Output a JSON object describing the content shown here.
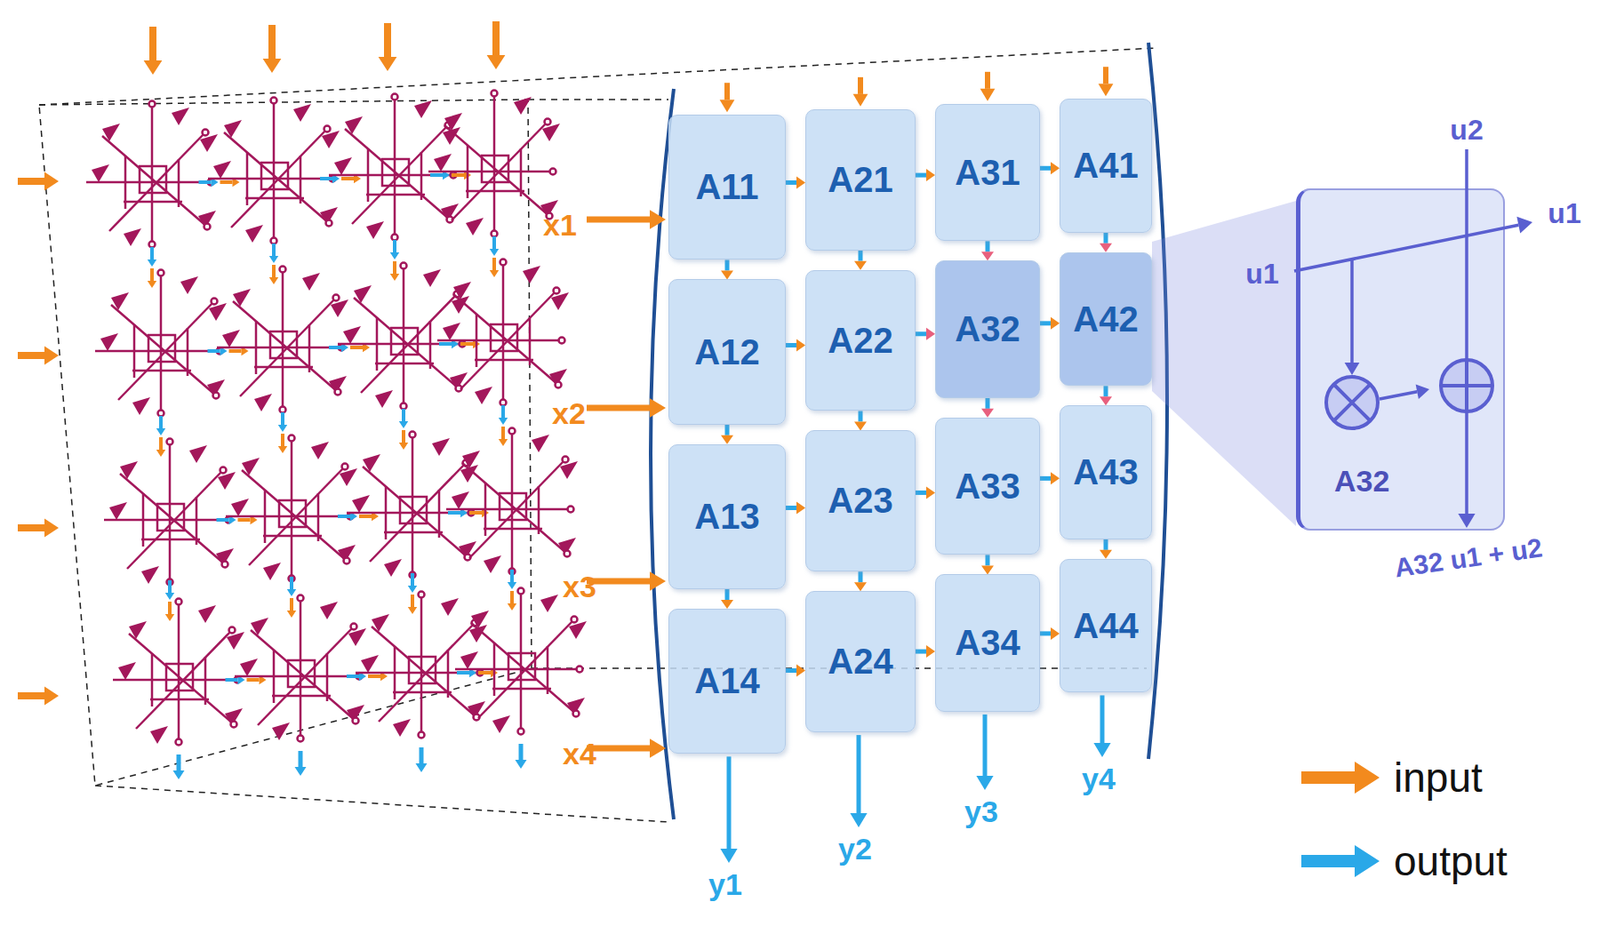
{
  "diagram": {
    "nodes": [
      {
        "text": [
          "A11"
        ]
      },
      {
        "text": [
          "A21"
        ]
      },
      {
        "text": [
          "A31"
        ]
      },
      {
        "text": [
          "A41"
        ]
      },
      {
        "text": [
          "A12"
        ]
      },
      {
        "text": [
          "A22"
        ]
      },
      {
        "text": [
          "A32"
        ]
      },
      {
        "text": [
          "A42"
        ]
      },
      {
        "text": [
          "A13"
        ]
      },
      {
        "text": [
          "A23"
        ]
      },
      {
        "text": [
          "A33"
        ]
      },
      {
        "text": [
          "A43"
        ]
      },
      {
        "text": [
          "A14"
        ]
      },
      {
        "text": [
          "A24"
        ]
      },
      {
        "text": [
          "A34"
        ]
      },
      {
        "text": [
          "A44"
        ]
      },
      {
        "text": [
          "A32"
        ]
      }
    ],
    "edges": [
      {
        "from": 0,
        "to": 1,
        "arrow": "to"
      },
      {
        "from": 1,
        "to": 2,
        "arrow": "to"
      },
      {
        "from": 2,
        "to": 3,
        "arrow": "to"
      },
      {
        "from": 4,
        "to": 5,
        "arrow": "to"
      },
      {
        "from": 5,
        "to": 6,
        "arrow": "to"
      },
      {
        "from": 6,
        "to": 7,
        "arrow": "to"
      },
      {
        "from": 8,
        "to": 9,
        "arrow": "to"
      },
      {
        "from": 9,
        "to": 10,
        "arrow": "to"
      },
      {
        "from": 10,
        "to": 11,
        "arrow": "to"
      },
      {
        "from": 12,
        "to": 13,
        "arrow": "to"
      },
      {
        "from": 13,
        "to": 14,
        "arrow": "to"
      },
      {
        "from": 14,
        "to": 15,
        "arrow": "to"
      },
      {
        "from": 0,
        "to": 4,
        "arrow": "to"
      },
      {
        "from": 1,
        "to": 5,
        "arrow": "to"
      },
      {
        "from": 2,
        "to": 6,
        "arrow": "to"
      },
      {
        "from": 3,
        "to": 7,
        "arrow": "to"
      },
      {
        "from": 4,
        "to": 8,
        "arrow": "to"
      },
      {
        "from": 5,
        "to": 9,
        "arrow": "to"
      },
      {
        "from": 6,
        "to": 10,
        "arrow": "to"
      },
      {
        "from": 7,
        "to": 11,
        "arrow": "to"
      },
      {
        "from": 8,
        "to": 12,
        "arrow": "to"
      },
      {
        "from": 9,
        "to": 13,
        "arrow": "to"
      },
      {
        "from": 10,
        "to": 14,
        "arrow": "to"
      },
      {
        "from": 11,
        "to": 15,
        "arrow": "to"
      }
    ],
    "labels": [
      "x1",
      "x2",
      "x3",
      "x4",
      "y1",
      "y2",
      "y3",
      "y4",
      "u1",
      "u2",
      "u1",
      "A32 u1 + u2"
    ],
    "legend": [
      {
        "text": "input",
        "color": "#f28a1e"
      },
      {
        "text": "output",
        "color": "#2aa8e8"
      }
    ]
  }
}
